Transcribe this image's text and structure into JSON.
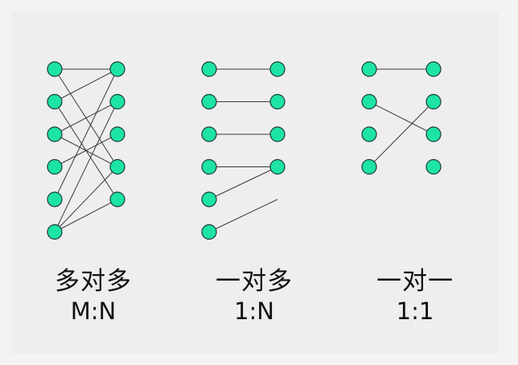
{
  "colors": {
    "node_fill": "#1ee3a6",
    "node_stroke": "#1d3a34",
    "edge": "#3a3a3a",
    "background": "#eeeeee"
  },
  "groups": [
    {
      "label": "多对多",
      "ratio": "M:N",
      "left_nodes": 6,
      "right_nodes": 5,
      "edges": [
        [
          0,
          0
        ],
        [
          0,
          3
        ],
        [
          1,
          0
        ],
        [
          1,
          4
        ],
        [
          2,
          1
        ],
        [
          2,
          3
        ],
        [
          3,
          2
        ],
        [
          4,
          0
        ],
        [
          5,
          1
        ],
        [
          5,
          3
        ],
        [
          5,
          4
        ]
      ]
    },
    {
      "label": "一对多",
      "ratio": "1:N",
      "left_nodes": 6,
      "right_nodes": 4,
      "edges": [
        [
          0,
          0
        ],
        [
          1,
          1
        ],
        [
          2,
          2
        ],
        [
          3,
          3
        ],
        [
          4,
          3
        ],
        [
          5,
          4
        ]
      ]
    },
    {
      "label": "一对一",
      "ratio": "1:1",
      "left_nodes": 4,
      "right_nodes": 4,
      "edges": [
        [
          0,
          0
        ],
        [
          1,
          2
        ],
        [
          3,
          1
        ]
      ]
    }
  ],
  "watermark": "https://blog.csdn.net/Andrew_Chanwq"
}
